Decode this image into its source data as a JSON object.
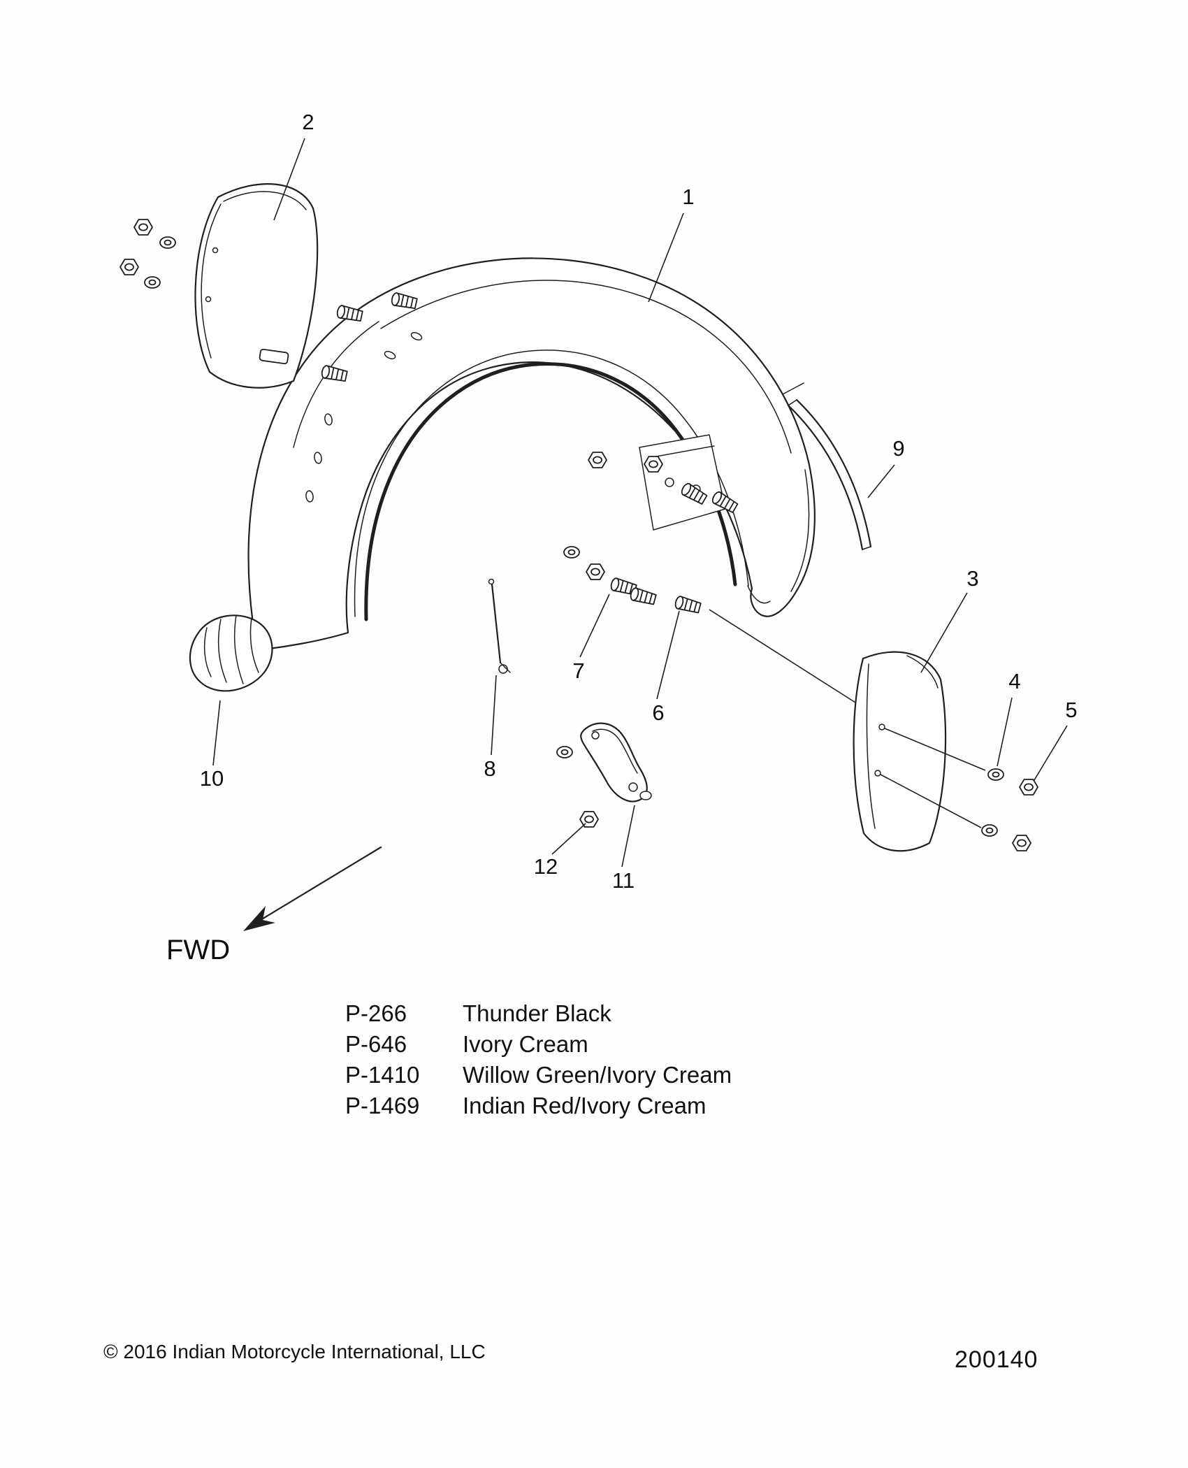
{
  "diagram": {
    "callouts": [
      {
        "label": "1"
      },
      {
        "label": "2"
      },
      {
        "label": "3"
      },
      {
        "label": "4"
      },
      {
        "label": "5"
      },
      {
        "label": "6"
      },
      {
        "label": "7"
      },
      {
        "label": "8"
      },
      {
        "label": "9"
      },
      {
        "label": "10"
      },
      {
        "label": "11"
      },
      {
        "label": "12"
      }
    ],
    "fwd_label": "FWD",
    "paint_codes": [
      {
        "code": "P-266",
        "name": "Thunder Black"
      },
      {
        "code": "P-646",
        "name": "Ivory Cream"
      },
      {
        "code": "P-1410",
        "name": "Willow Green/Ivory Cream"
      },
      {
        "code": "P-1469",
        "name": "Indian Red/Ivory Cream"
      }
    ],
    "footer": {
      "copyright": "© 2016 Indian Motorcycle International, LLC",
      "drawing_number": "200140"
    }
  }
}
